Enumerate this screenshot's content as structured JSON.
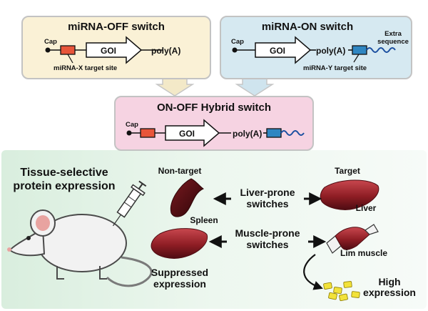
{
  "top": {
    "off_switch": {
      "title": "miRNA-OFF switch",
      "cap": "Cap",
      "goi": "GOI",
      "polya": "poly(A)",
      "target_site": "miRNA-X target site"
    },
    "on_switch": {
      "title": "miRNA-ON switch",
      "cap": "Cap",
      "goi": "GOI",
      "polya": "poly(A)",
      "target_site": "miRNA-Y target site",
      "extra_line1": "Extra",
      "extra_line2": "sequence"
    },
    "hybrid_switch": {
      "title": "ON-OFF Hybrid switch",
      "cap": "Cap",
      "goi": "GOI",
      "polya": "poly(A)"
    }
  },
  "bottom": {
    "heading_line1": "Tissue-selective",
    "heading_line2": "protein expression",
    "non_target": "Non-target",
    "target": "Target",
    "liver_prone_line1": "Liver-prone",
    "liver_prone_line2": "switches",
    "muscle_prone_line1": "Muscle-prone",
    "muscle_prone_line2": "switches",
    "spleen": "Spleen",
    "liver": "Liver",
    "lim_muscle": "Lim muscle",
    "suppressed_line1": "Suppressed",
    "suppressed_line2": "expression",
    "high_line1": "High",
    "high_line2": "expression"
  },
  "colors": {
    "off_panel": "#faf1d6",
    "on_panel": "#d6e9f1",
    "hybrid_panel": "#f6d3e2",
    "bottom_panel": "#e5f3e8",
    "mirna_x_site": "#e8553a",
    "mirna_y_site": "#2f86c2",
    "extra_sequence": "#1b4fa0",
    "tissue": "#8e1d24",
    "protein": "#f2e23a"
  }
}
